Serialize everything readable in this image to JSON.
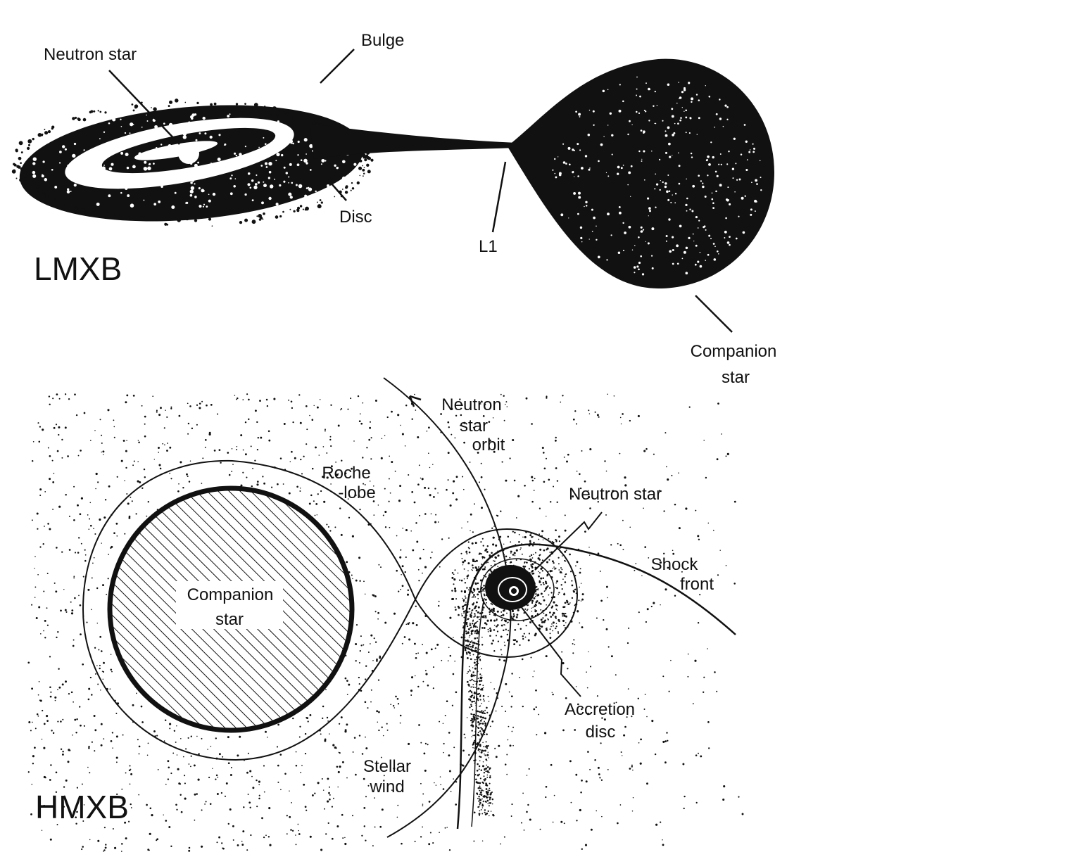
{
  "lmxb": {
    "title": "LMXB",
    "labels": {
      "neutron_star": "Neutron star",
      "bulge": "Bulge",
      "disc": "Disc",
      "l1": "L1",
      "companion_line1": "Companion",
      "companion_line2": "star"
    }
  },
  "hmxb": {
    "title": "HMXB",
    "labels": {
      "orbit_line1": "Neutron",
      "orbit_line2": "star",
      "orbit_line3": "orbit",
      "roche_line1": "Roche",
      "roche_line2": "-lobe",
      "neutron_star": "Neutron star",
      "shock_line1": "Shock",
      "shock_line2": "front",
      "companion_line1": "Companion",
      "companion_line2": "star",
      "accretion_line1": "Accretion",
      "accretion_line2": "disc",
      "wind_line1": "Stellar",
      "wind_line2": "wind"
    }
  },
  "colors": {
    "ink": "#111111",
    "paper": "#ffffff"
  }
}
